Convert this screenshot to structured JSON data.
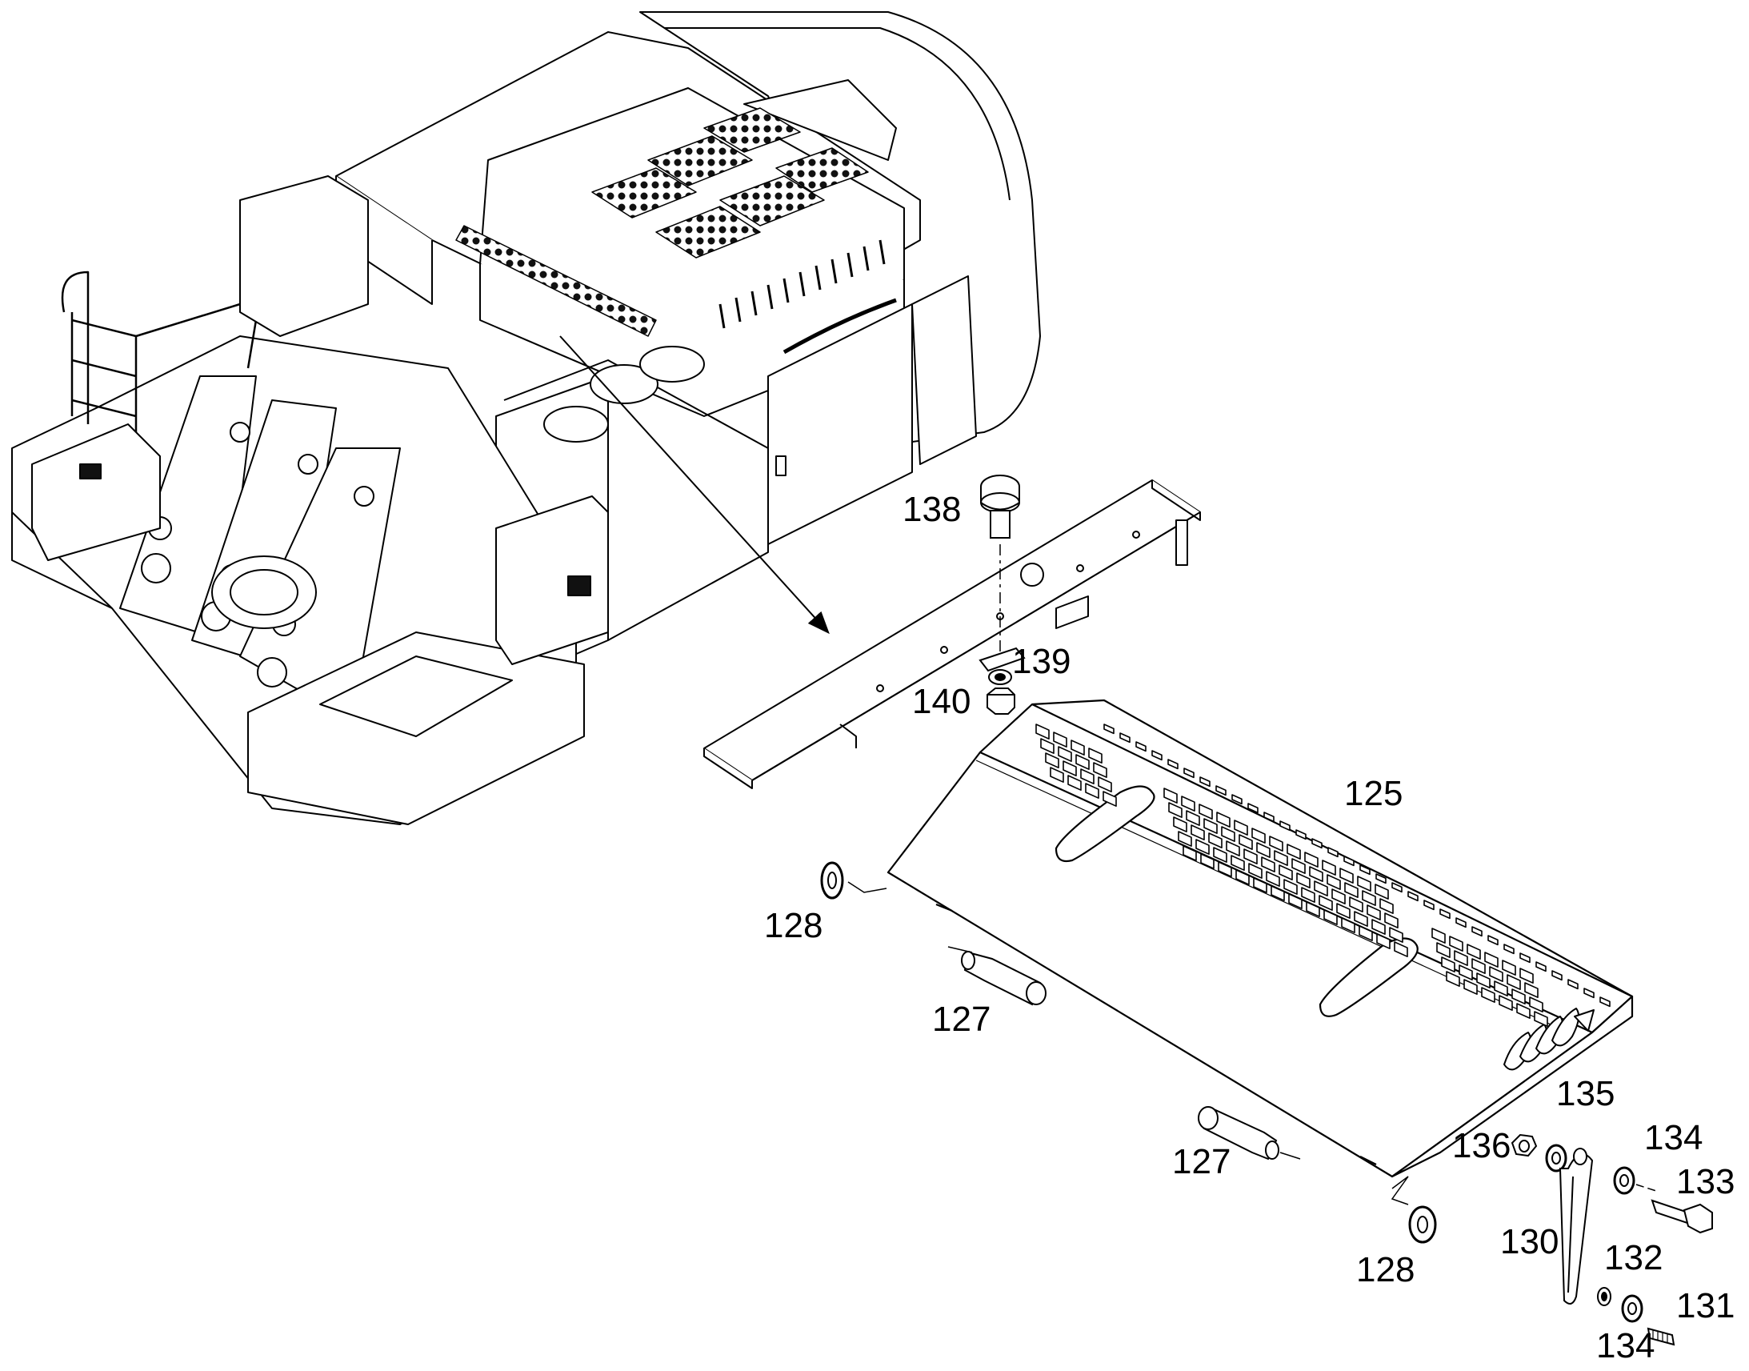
{
  "diagram": {
    "style": {
      "line_color": "#000000",
      "fill_color": "#ffffff",
      "shade_color": "#222222"
    },
    "labels": {
      "p125": "125",
      "p127a": "127",
      "p127b": "127",
      "p128a": "128",
      "p128b": "128",
      "p130": "130",
      "p131": "131",
      "p132": "132",
      "p133": "133",
      "p134a": "134",
      "p134b": "134",
      "p135": "135",
      "p136": "136",
      "p138": "138",
      "p139": "139",
      "p140": "140"
    }
  }
}
